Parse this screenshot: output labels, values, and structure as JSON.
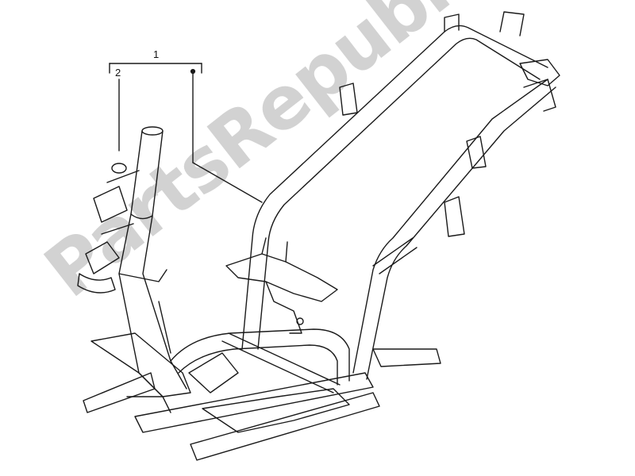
{
  "watermark": {
    "text": "PartsRepublik",
    "trademark": "®"
  },
  "callouts": [
    {
      "id": "1",
      "label": "1"
    },
    {
      "id": "2",
      "label": "2"
    }
  ],
  "colors": {
    "line": "#1a1a1a",
    "watermark": "#d2d2d2",
    "background": "#ffffff"
  }
}
